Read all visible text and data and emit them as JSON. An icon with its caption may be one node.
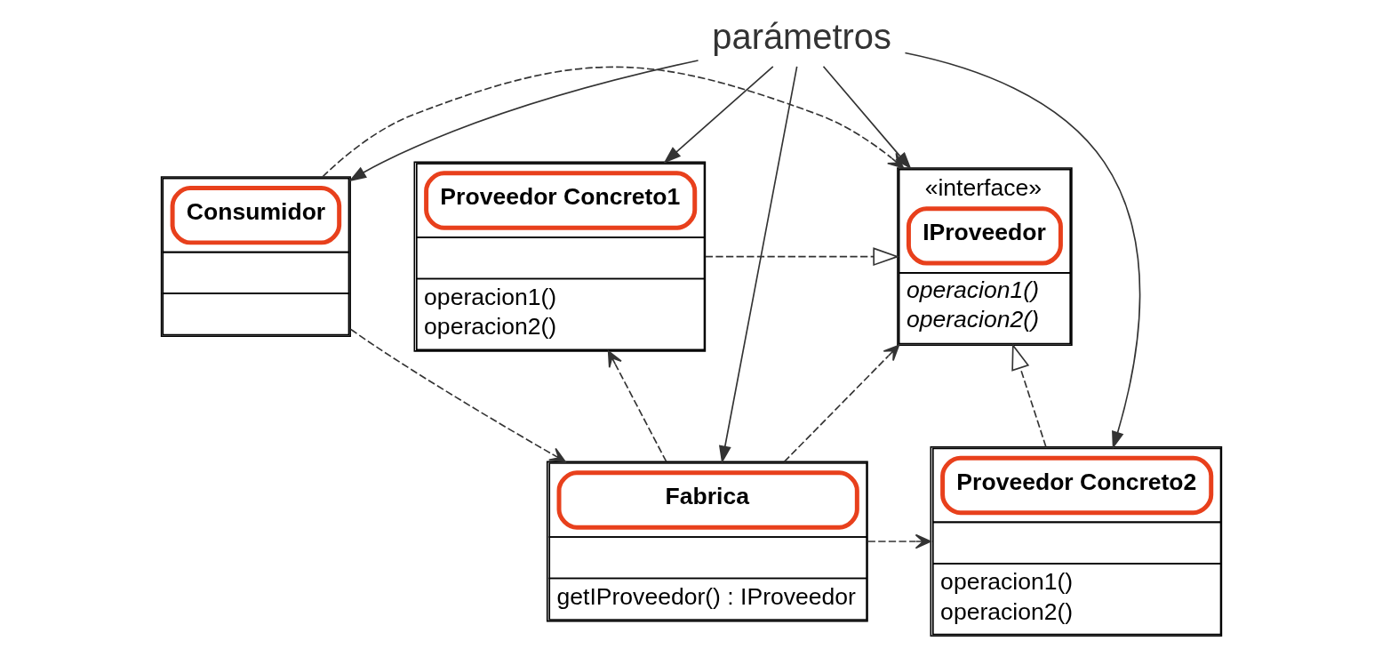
{
  "diagram": {
    "nodes": [
      {
        "text": [
          "parámetros"
        ]
      },
      {
        "text": [
          "Proveedor Concreto1",
          "operacion1()",
          "operacion2()"
        ]
      },
      {
        "text": [
          "«interface»",
          "IProveedor",
          "operacion1()",
          "operacion2()"
        ]
      },
      {
        "text": [
          "Proveedor Concreto2",
          "operacion1()",
          "operacion2()"
        ]
      },
      {
        "text": [
          "Consumidor"
        ]
      },
      {
        "text": [
          "Fabrica",
          "getIProveedor() : IProveedor"
        ]
      }
    ],
    "edges": [
      {
        "from": 0,
        "to": 1,
        "arrow": "to"
      },
      {
        "from": 0,
        "to": 4,
        "arrow": "to"
      },
      {
        "from": 0,
        "to": 5,
        "arrow": "to"
      },
      {
        "from": 0,
        "to": 2,
        "arrow": "to"
      },
      {
        "from": 0,
        "to": 3,
        "arrow": "to"
      },
      {
        "from": 4,
        "to": 2,
        "arrow": "to",
        "style": "dashed"
      },
      {
        "from": 4,
        "to": 5,
        "arrow": "to",
        "style": "dashed"
      },
      {
        "from": 5,
        "to": 2,
        "arrow": "to",
        "style": "dashed"
      },
      {
        "from": 1,
        "to": 2,
        "arrow": "to",
        "style": "dashed"
      },
      {
        "from": 3,
        "to": 2,
        "arrow": "to",
        "style": "dashed"
      },
      {
        "from": 5,
        "to": 1,
        "arrow": "to",
        "style": "dashed"
      },
      {
        "from": 5,
        "to": 3,
        "arrow": "to",
        "style": "dashed"
      }
    ]
  }
}
